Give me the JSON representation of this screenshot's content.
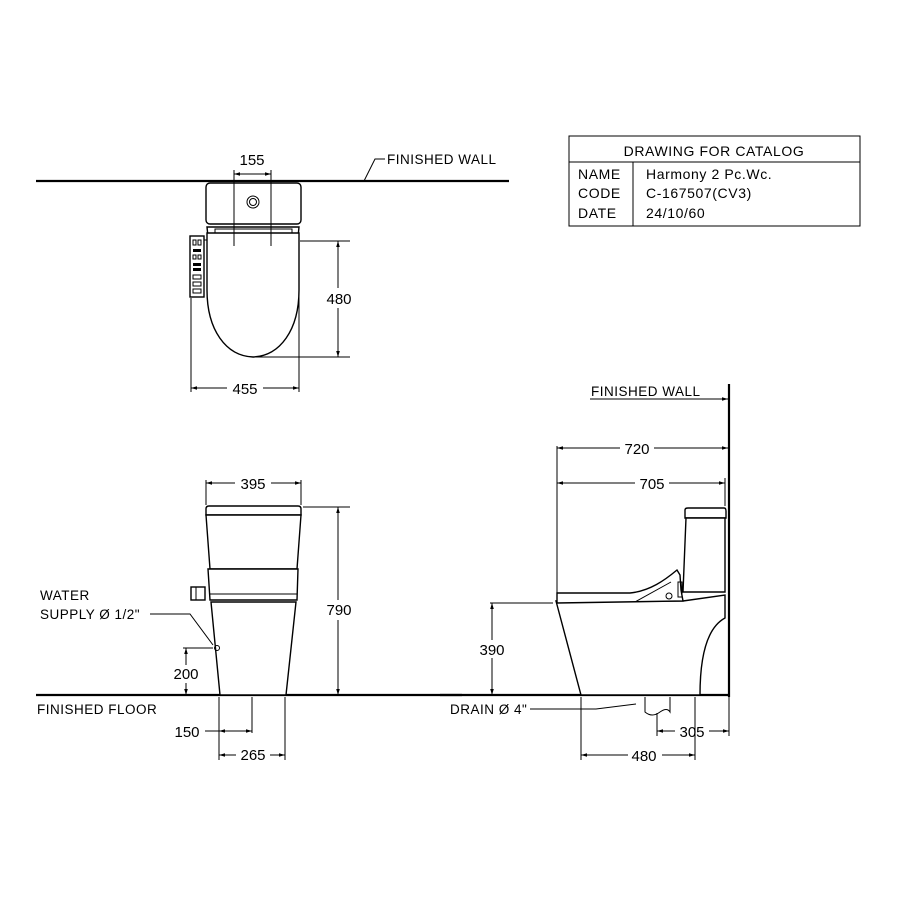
{
  "title_block": {
    "heading": "DRAWING FOR CATALOG",
    "rows": [
      {
        "label": "NAME",
        "value": "Harmony 2 Pc.Wc."
      },
      {
        "label": "CODE",
        "value": "C-167507(CV3)"
      },
      {
        "label": "DATE",
        "value": " 24/10/60"
      }
    ]
  },
  "top_view": {
    "wall_label": "FINISHED WALL",
    "dim_flush_spacing": "155",
    "dim_seat_depth": "480",
    "dim_width": "455"
  },
  "front_view": {
    "dim_tank_width": "395",
    "dim_height": "790",
    "water_supply_line1": "WATER",
    "water_supply_line2": "SUPPLY Ø 1/2\"",
    "dim_supply_height": "200",
    "floor_label": "FINISHED  FLOOR",
    "dim_supply_offset": "150",
    "dim_base_width": "265"
  },
  "side_view": {
    "wall_label": "FINISHED  WALL",
    "dim_overall_depth": "720",
    "dim_depth": "705",
    "dim_seat_height": "390",
    "drain_label": "DRAIN Ø 4\"",
    "dim_rough_in": "305",
    "dim_base_depth": "480"
  }
}
